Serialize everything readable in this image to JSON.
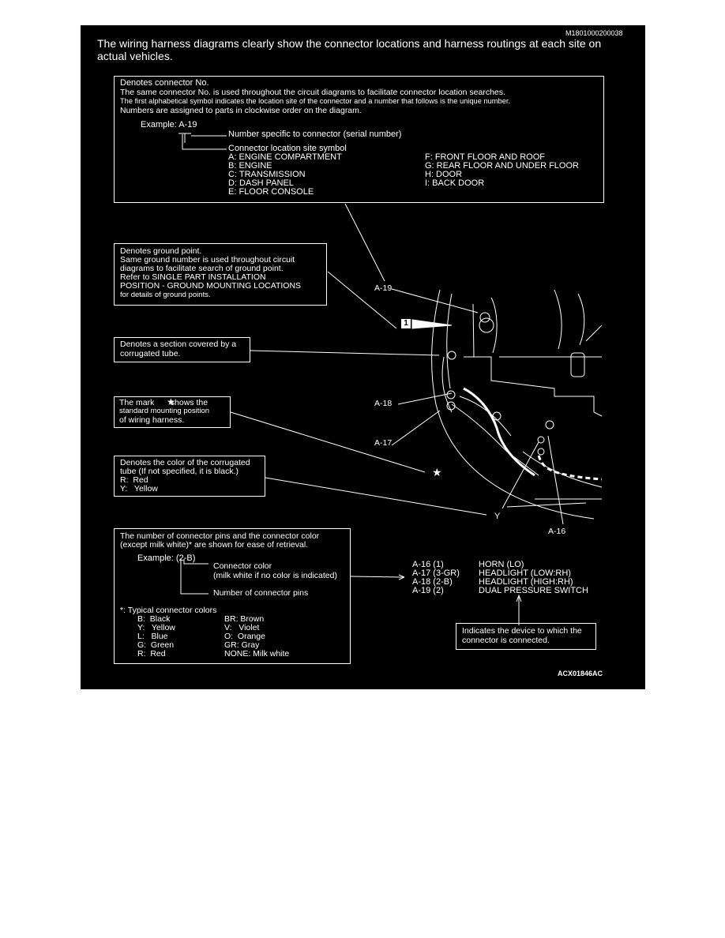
{
  "doc_id": "M1801000200038",
  "intro": [
    "The wiring harness diagrams clearly show the connector locations and harness routings at each site on",
    "actual vehicles."
  ],
  "connector_box": {
    "lines": [
      "Denotes connector No.",
      "The same connector No. is used throughout the circuit diagrams to facilitate connector location searches.",
      "The first alphabetical symbol indicates the location site of the connector and a number that  follows is the unique number.",
      "Numbers are assigned to parts in clockwise order on the diagram."
    ],
    "example": "Example: A-19",
    "serial_label": "Number specific to connector (serial number)",
    "site_label": "Connector location site symbol",
    "sites_left": [
      "A:  ENGINE COMPARTMENT",
      "B:  ENGINE",
      "C:  TRANSMISSION",
      "D:  DASH PANEL",
      "E:  FLOOR CONSOLE"
    ],
    "sites_right": [
      "F:  FRONT FLOOR AND ROOF",
      "G:  REAR FLOOR AND UNDER FLOOR",
      "H:  DOOR",
      "I:   BACK DOOR"
    ]
  },
  "ground_box": {
    "lines": [
      "Denotes ground point.",
      "Same ground number is used throughout circuit",
      "diagrams to facilitate search of ground point.",
      "Refer to SINGLE PART INSTALLATION",
      "POSITION - GROUND MOUNTING LOCATIONS",
      "for details of ground points."
    ]
  },
  "tube_box": {
    "lines": [
      "Denotes a section covered by a",
      "corrugated tube."
    ]
  },
  "mark_box": {
    "lines": [
      "The mark       shows the",
      "standard mounting position",
      "of wiring harness."
    ]
  },
  "color_box": {
    "lines": [
      "Denotes the color of the corrugated",
      "tube (If not specified, it is black.)",
      "R:  Red",
      "Y:   Yellow"
    ]
  },
  "pins_box": {
    "lines": [
      "The number of connector pins and the connector color",
      "(except milk white)* are shown for ease of retrieval."
    ],
    "example": "Example: (2-B)",
    "color_label": "Connector color",
    "color_note": "(milk white if no color is indicated)",
    "pins_label": "Number of connector pins",
    "typical_title": "*: Typical connector colors",
    "colors_left": [
      "B:  Black",
      "Y:   Yellow",
      "L:   Blue",
      "G:  Green",
      "R:  Red"
    ],
    "colors_right": [
      "BR: Brown",
      "V:   Violet",
      "O:  Orange",
      "GR: Gray",
      "NONE: Milk white"
    ]
  },
  "device_box": {
    "lines": [
      "Indicates the device to which the",
      "connector is connected."
    ]
  },
  "legend": {
    "codes": [
      "A-16 (1)",
      "A-17 (3-GR)",
      "A-18 (2-B)",
      "A-19 (2)"
    ],
    "devices": [
      "HORN (LO)",
      "HEADLIGHT (LOW:RH)",
      "HEADLIGHT (HIGH:RH)",
      "DUAL PRESSURE SWITCH"
    ]
  },
  "callouts": {
    "a19": "A-19",
    "a18": "A-18",
    "a17": "A-17",
    "a16": "A-16",
    "ground_num": "1",
    "star": "★",
    "yellow": "Y"
  },
  "figure_id": "ACX01846AC",
  "colors": {
    "background": "#000000",
    "ink": "#ffffff"
  }
}
